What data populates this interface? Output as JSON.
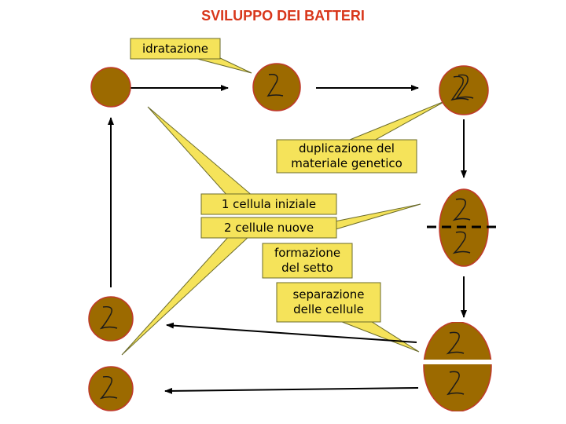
{
  "title": "SVILUPPO DEI BATTERI",
  "colors": {
    "title": "#d8361a",
    "cell_fill": "#9c6a00",
    "cell_stroke": "#c0392b",
    "callout_fill": "#f5e35a",
    "callout_stroke": "#6b6b2a",
    "dna": "#1a1a1a"
  },
  "labels": {
    "hydration": "idratazione",
    "duplication_line1": "duplicazione del",
    "duplication_line2": "materiale genetico",
    "initial_cell": "1 cellula iniziale",
    "new_cells": "2 cellule nuove",
    "septum_line1": "formazione",
    "septum_line2": "del setto",
    "separation_line1": "separazione",
    "separation_line2": "delle cellule"
  }
}
